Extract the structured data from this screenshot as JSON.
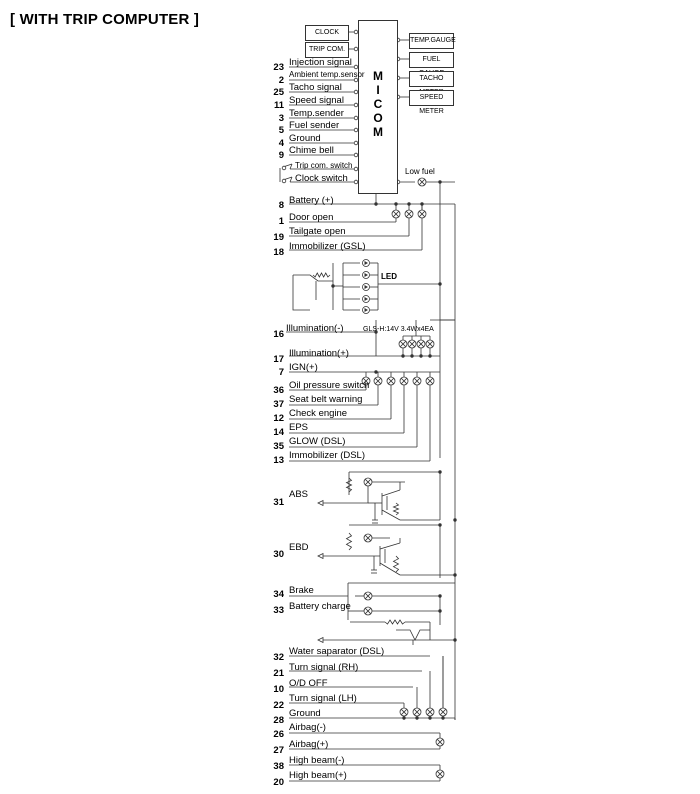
{
  "title": "[ WITH TRIP COMPUTER ]",
  "micom": {
    "letters": [
      "M",
      "I",
      "C",
      "O",
      "M"
    ]
  },
  "top_inputs": {
    "clock": "CLOCK",
    "trip_com": "TRIP COM."
  },
  "outputs": {
    "temp_gauge": "TEMP.GAUGE",
    "fuel_gauge": "FUEL GAUGE",
    "tacho_meter": "TACHO METER",
    "speed_meter": "SPEED METER"
  },
  "pins": [
    {
      "pin": "23",
      "label": "Injection signal"
    },
    {
      "pin": "2",
      "label": "Ambient temp.sensor"
    },
    {
      "pin": "25",
      "label": "Tacho signal"
    },
    {
      "pin": "11",
      "label": "Speed signal"
    },
    {
      "pin": "3",
      "label": "Temp.sender"
    },
    {
      "pin": "5",
      "label": "Fuel sender"
    },
    {
      "pin": "4",
      "label": "Ground"
    },
    {
      "pin": "9",
      "label": "Chime bell"
    },
    {
      "pin": "",
      "label": "Trip com. switch"
    },
    {
      "pin": "",
      "label": "Clock switch"
    },
    {
      "pin": "8",
      "label": "Battery (+)"
    },
    {
      "pin": "1",
      "label": "Door open"
    },
    {
      "pin": "19",
      "label": "Tailgate open"
    },
    {
      "pin": "18",
      "label": "Immobilizer (GSL)"
    },
    {
      "pin": "16",
      "label": "Illumination(-)"
    },
    {
      "pin": "17",
      "label": "Illumination(+)"
    },
    {
      "pin": "7",
      "label": "IGN(+)"
    },
    {
      "pin": "36",
      "label": "Oil pressure switch"
    },
    {
      "pin": "37",
      "label": "Seat belt warning"
    },
    {
      "pin": "12",
      "label": "Check engine"
    },
    {
      "pin": "14",
      "label": "EPS"
    },
    {
      "pin": "35",
      "label": "GLOW (DSL)"
    },
    {
      "pin": "13",
      "label": "Immobilizer (DSL)"
    },
    {
      "pin": "31",
      "label": "ABS"
    },
    {
      "pin": "30",
      "label": "EBD"
    },
    {
      "pin": "34",
      "label": "Brake"
    },
    {
      "pin": "33",
      "label": "Battery charge"
    },
    {
      "pin": "32",
      "label": "Water saparator (DSL)"
    },
    {
      "pin": "21",
      "label": "Turn signal (RH)"
    },
    {
      "pin": "10",
      "label": "O/D OFF"
    },
    {
      "pin": "22",
      "label": "Turn signal (LH)"
    },
    {
      "pin": "28",
      "label": "Ground"
    },
    {
      "pin": "26",
      "label": "Airbag(-)"
    },
    {
      "pin": "27",
      "label": "Airbag(+)"
    },
    {
      "pin": "38",
      "label": "High beam(-)"
    },
    {
      "pin": "20",
      "label": "High beam(+)"
    }
  ],
  "annotations": {
    "low_fuel": "Low fuel",
    "led": "LED",
    "gls": "GLS-H:14V 3.4Wx4EA"
  }
}
